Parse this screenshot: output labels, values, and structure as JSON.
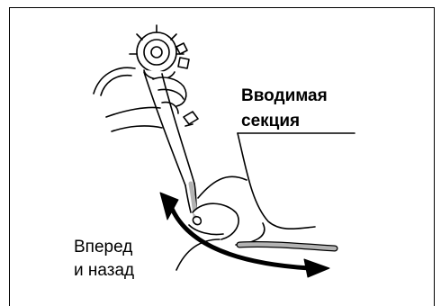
{
  "labels": {
    "insertion_section_line1": "Вводимая",
    "insertion_section_line2": "секция",
    "motion_line1": "Вперед",
    "motion_line2": "и назад"
  },
  "colors": {
    "ink": "#000000",
    "background": "#ffffff",
    "insertion_tube": "#b3b3b3"
  },
  "icons": {
    "endoscope": "endoscope-illustration",
    "hands": "hands-illustration",
    "arrow": "curved-double-arrow"
  }
}
